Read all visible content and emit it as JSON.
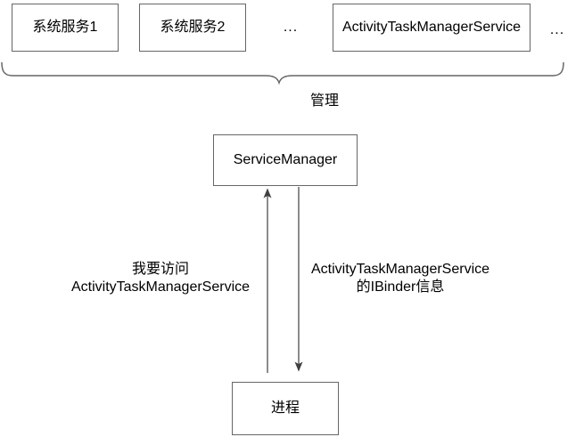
{
  "top_row": {
    "boxes": [
      {
        "label": "系统服务1"
      },
      {
        "label": "系统服务2"
      },
      {
        "label": "ActivityTaskManagerService"
      }
    ],
    "ellipsis_between": "...",
    "ellipsis_end": "..."
  },
  "brace": {
    "label": "管理"
  },
  "service_manager": {
    "label": "ServiceManager"
  },
  "process": {
    "label": "进程"
  },
  "arrows": {
    "request": {
      "line1": "我要访问",
      "line2": "ActivityTaskManagerService"
    },
    "response": {
      "line1": "ActivityTaskManagerService",
      "line2": "的IBinder信息"
    }
  },
  "colors": {
    "background": "#ffffff",
    "box_border": "#666666",
    "line": "#666666",
    "arrowhead": "#404040",
    "text": "#000000"
  }
}
